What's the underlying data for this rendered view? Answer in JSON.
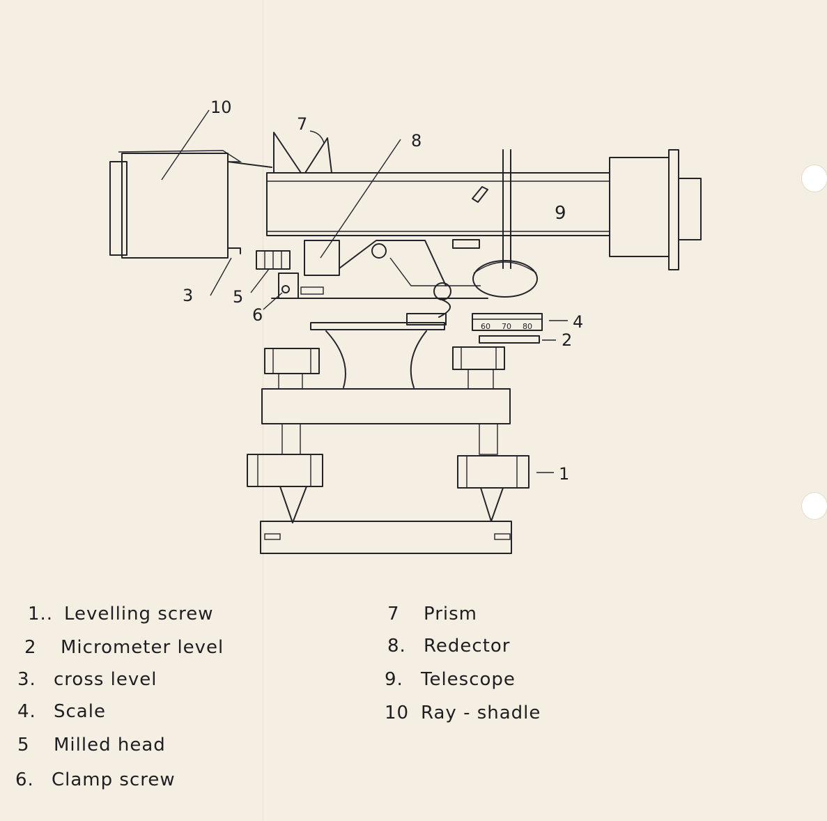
{
  "callouts": [
    "1",
    "2",
    "3",
    "4",
    "5",
    "6",
    "7",
    "8",
    "9",
    "10"
  ],
  "scale_marks": [
    "60",
    "70",
    "80"
  ],
  "legend": {
    "left": [
      {
        "num": "1..",
        "label": "Levelling screw"
      },
      {
        "num": "2",
        "label": "Micrometer level"
      },
      {
        "num": "3.",
        "label": "cross level"
      },
      {
        "num": "4.",
        "label": "Scale"
      },
      {
        "num": "5",
        "label": "Milled head"
      },
      {
        "num": "6.",
        "label": "Clamp screw"
      }
    ],
    "right": [
      {
        "num": "7",
        "label": "Prism"
      },
      {
        "num": "8.",
        "label": "Redector"
      },
      {
        "num": "9.",
        "label": "Telescope"
      },
      {
        "num": "10",
        "label": "Ray - shadle"
      }
    ]
  }
}
